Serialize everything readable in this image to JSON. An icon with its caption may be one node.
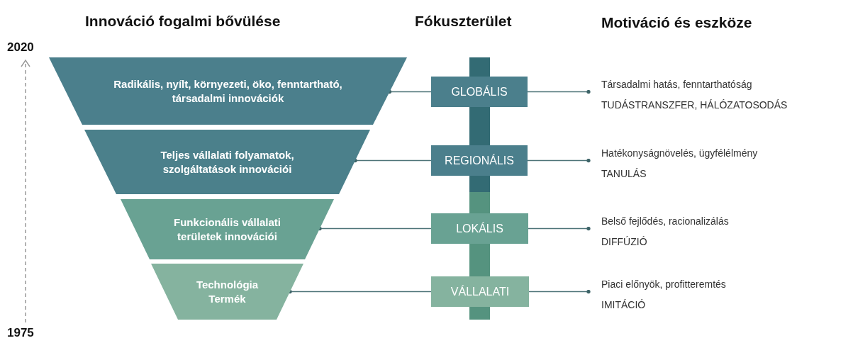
{
  "diagram": {
    "nodes": [
      {
        "text": [
          "Radikális, nyílt, környezeti, öko, fenntartható, társadalmi innovációk"
        ]
      },
      {
        "text": [
          "Teljes vállalati folyamatok, szolgáltatások innovációi"
        ]
      },
      {
        "text": [
          "Funkcionális vállalati területek innovációi"
        ]
      },
      {
        "text": [
          "Technológia Termék"
        ]
      },
      {
        "text": [
          "GLOBÁLIS"
        ]
      },
      {
        "text": [
          "REGIONÁLIS"
        ]
      },
      {
        "text": [
          "LOKÁLIS"
        ]
      },
      {
        "text": [
          "VÁLLALATI"
        ]
      },
      {
        "text": [
          "Társadalmi hatás, fenntarthatóság",
          "TUDÁSTRANSZFER, HÁLÓZATOSODÁS"
        ]
      },
      {
        "text": [
          "Hatékonyságnövelés, ügyfélélmény",
          "TANULÁS"
        ]
      },
      {
        "text": [
          "Belső fejlődés, racionalizálás",
          "DIFFÚZIÓ"
        ]
      },
      {
        "text": [
          "Piaci előnyök, profitteremtés",
          "IMITÁCIÓ"
        ]
      }
    ],
    "edges": [
      {
        "from": 4,
        "to": 0,
        "arrow": "other"
      },
      {
        "from": 5,
        "to": 1,
        "arrow": "other"
      },
      {
        "from": 6,
        "to": 2,
        "arrow": "other"
      },
      {
        "from": 7,
        "to": 3,
        "arrow": "other"
      },
      {
        "from": 4,
        "to": 8,
        "arrow": "other"
      },
      {
        "from": 5,
        "to": 9,
        "arrow": "other"
      },
      {
        "from": 6,
        "to": 10,
        "arrow": "other"
      },
      {
        "from": 7,
        "to": 11,
        "arrow": "other"
      }
    ],
    "labels": [
      "Innováció fogalmi bővülése",
      "Fókuszterület",
      "Motiváció és eszköze",
      "2020",
      "1975"
    ]
  }
}
